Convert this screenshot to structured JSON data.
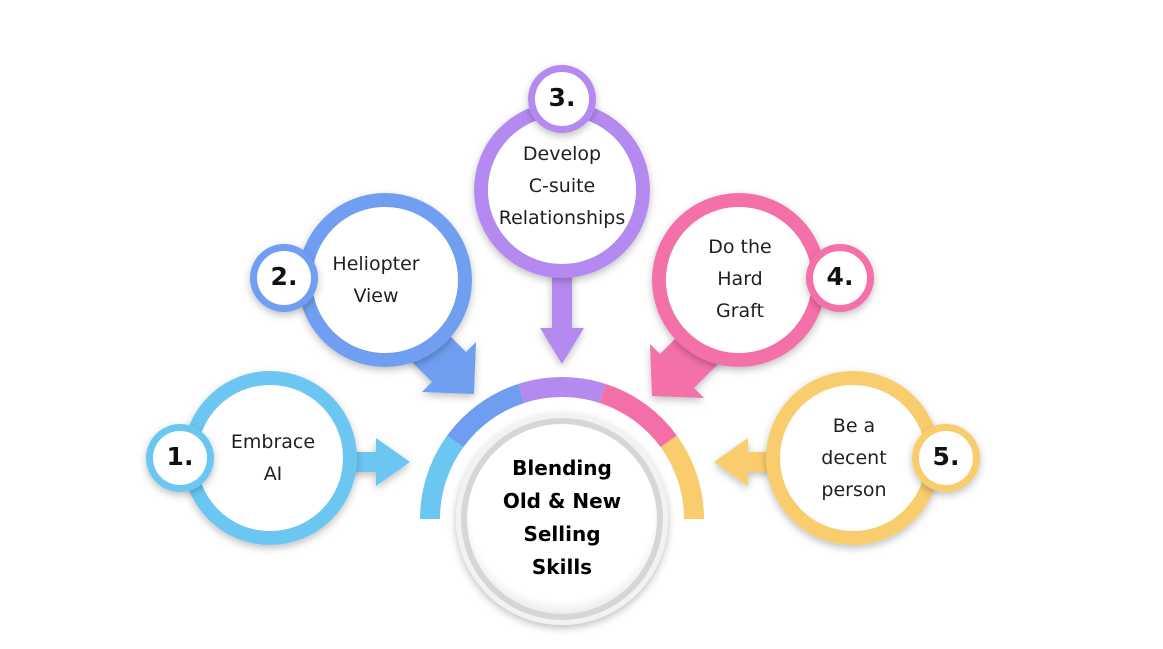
{
  "center": {
    "lines": [
      "Blending",
      "Old & New",
      "Selling",
      "Skills"
    ]
  },
  "steps": [
    {
      "number": "1.",
      "lines": [
        "Embrace",
        "AI"
      ],
      "color": "#6cc6f2"
    },
    {
      "number": "2.",
      "lines": [
        "Heliopter",
        "View"
      ],
      "color": "#6f9ef0"
    },
    {
      "number": "3.",
      "lines": [
        "Develop",
        "C-suite",
        "Relationships"
      ],
      "color": "#b58af0"
    },
    {
      "number": "4.",
      "lines": [
        "Do the",
        "Hard",
        "Graft"
      ],
      "color": "#f46fa8"
    },
    {
      "number": "5.",
      "lines": [
        "Be a",
        "decent",
        "person"
      ],
      "color": "#f9cd6e"
    }
  ]
}
